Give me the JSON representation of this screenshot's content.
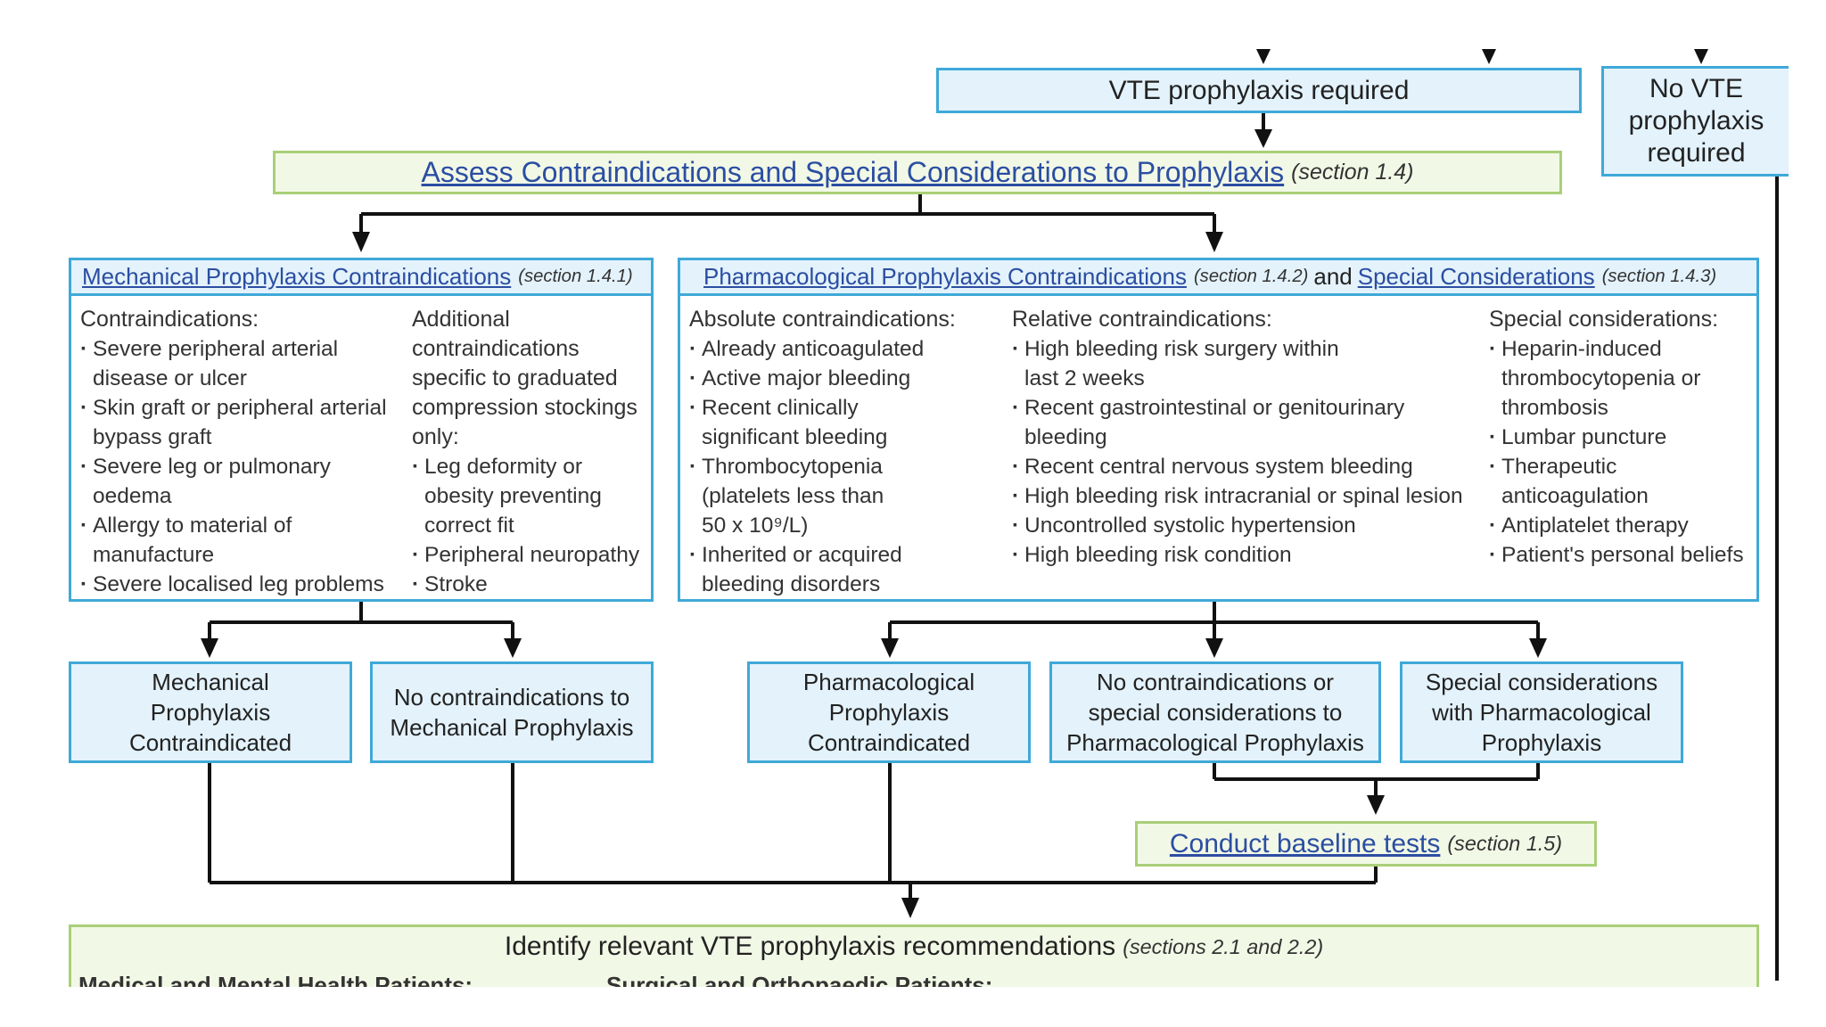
{
  "top": {
    "vte_required": "VTE prophylaxis required",
    "no_vte_required": "No VTE prophylaxis required"
  },
  "assess": {
    "link": "Assess Contraindications and Special Considerations to Prophylaxis",
    "section": "(section 1.4)"
  },
  "mechanical_panel": {
    "title_link": "Mechanical Prophylaxis Contraindications",
    "section": "(section 1.4.1)",
    "col1_title": "Contraindications:",
    "col1_items": [
      "Severe peripheral arterial disease or ulcer",
      "Skin graft or peripheral arterial bypass graft",
      "Severe leg or pulmonary oedema",
      "Allergy to material of manufacture",
      "Severe localised leg problems"
    ],
    "col2_title": "Additional contraindications specific to graduated compression stockings only:",
    "col2_items": [
      "Leg deformity or obesity preventing correct fit",
      "Peripheral neuropathy",
      "Stroke"
    ]
  },
  "pharma_panel": {
    "title_link1": "Pharmacological Prophylaxis Contraindications",
    "section1": "(section 1.4.2)",
    "and_text": "and",
    "title_link2": "Special Considerations",
    "section2": "(section 1.4.3)",
    "abs_title": "Absolute contraindications:",
    "abs_items": [
      "Already anticoagulated",
      "Active major bleeding",
      "Recent clinically significant bleeding",
      "Thrombocytopenia (platelets less than 50 x 10⁹/L)",
      "Inherited or acquired bleeding disorders"
    ],
    "rel_title": "Relative contraindications:",
    "rel_items": [
      "High bleeding risk surgery within last 2 weeks",
      "Recent gastrointestinal or genitourinary bleeding",
      "Recent central nervous system bleeding",
      "High bleeding risk intracranial or spinal lesion",
      "Uncontrolled systolic hypertension",
      "High bleeding risk condition"
    ],
    "spec_title": "Special considerations:",
    "spec_items": [
      "Heparin-induced thrombocytopenia or thrombosis",
      "Lumbar puncture",
      "Therapeutic anticoagulation",
      "Antiplatelet therapy",
      "Patient's personal beliefs"
    ]
  },
  "outcomes": {
    "mech_contra": "Mechanical Prophylaxis Contraindicated",
    "no_mech_contra": "No contraindications to Mechanical Prophylaxis",
    "pharma_contra": "Pharmacological Prophylaxis Contraindicated",
    "no_pharma_contra": "No contraindications or special considerations to Pharmacological Prophylaxis",
    "special_pharma": "Special considerations with Pharmacological Prophylaxis"
  },
  "baseline": {
    "link": "Conduct baseline tests",
    "section": "(section 1.5)"
  },
  "identify": {
    "text": "Identify relevant VTE prophylaxis recommendations",
    "section": "(sections 2.1 and 2.2)",
    "sub_left": "Medical and Mental Health Patients:",
    "sub_right": "Surgical and Orthopaedic Patients:"
  },
  "colors": {
    "box_border": "#3fa9d8",
    "box_fill": "#e3f2fb",
    "green_border": "#a9cf78",
    "green_fill": "#f2f8e6",
    "link": "#2b4ea2"
  }
}
